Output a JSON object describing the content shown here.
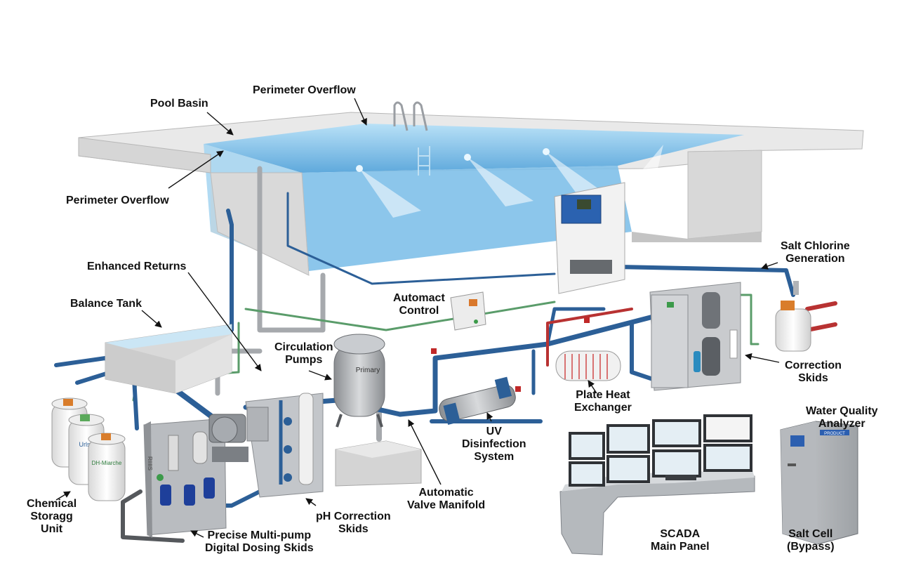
{
  "labels": {
    "pool_basin": [
      "Pool Basin"
    ],
    "perimeter_overflow_top": [
      "Perimeter Overflow"
    ],
    "perimeter_overflow_left": [
      "Perimeter Overflow"
    ],
    "enhanced_returns": [
      "Enhanced Returns"
    ],
    "balance_tank": [
      "Balance Tank"
    ],
    "automact_control": [
      "Automact",
      "Control"
    ],
    "circulation_pumps": [
      "Circulation",
      "Pumps"
    ],
    "salt_chlorine_generation": [
      "Salt Chlorine",
      "Generation"
    ],
    "correction_skids": [
      "Correction",
      "Skids"
    ],
    "plate_heat_exchanger": [
      "Plate Heat",
      "Exchanger"
    ],
    "water_quality_analyzer": [
      "Water Quality",
      "Analyzer"
    ],
    "uv_disinfection_system": [
      "UV",
      "Disinfection",
      "System"
    ],
    "automatic_valve_manifold": [
      "Automatic",
      "Valve Manifold"
    ],
    "ph_correction_skids": [
      "pH Correction",
      "Skids"
    ],
    "chemical_storage_unit": [
      "Chemical",
      "Storagg",
      "Unit"
    ],
    "precise_dosing_skids": [
      "Precise Multi-pump",
      "Digital Dosing Skids"
    ],
    "scada_main_panel": [
      "SCADA",
      "Main Panel"
    ],
    "salt_cell_bypass": [
      "Salt Cell",
      "(Bypass)"
    ]
  },
  "equipment_text": {
    "vessel_label": "Primary",
    "drum_1_label": "Urlsa",
    "drum_3_label": "DH-Miarche",
    "dosing_cabinet_label": "RIIIIS",
    "analyzer_badge": "PRODUCT"
  },
  "colors": {
    "water": "#8cc8ec",
    "pipe_blue": "#2c5f97",
    "pipe_green": "#5a9c6a",
    "pipe_red": "#b83232",
    "pipe_grey": "#a6a9ad",
    "concrete": "#dcdcdc"
  }
}
